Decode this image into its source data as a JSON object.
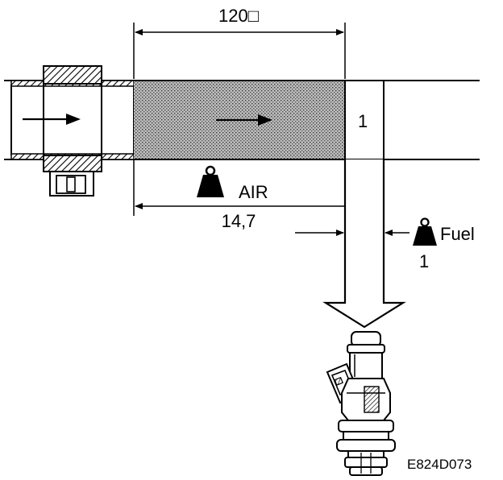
{
  "labels": {
    "dimension_top": "120□",
    "chamber_number": "1",
    "air": "AIR",
    "air_ratio": "14,7",
    "fuel": "Fuel",
    "fuel_ratio": "1",
    "figure_code": "E824D073"
  },
  "colors": {
    "ink": "#000000",
    "background": "#ffffff",
    "stipple": "#9a9a9a"
  },
  "icons": [
    "flow-arrow-icon",
    "weight-icon",
    "down-arrow-icon",
    "fuel-injector-icon"
  ]
}
